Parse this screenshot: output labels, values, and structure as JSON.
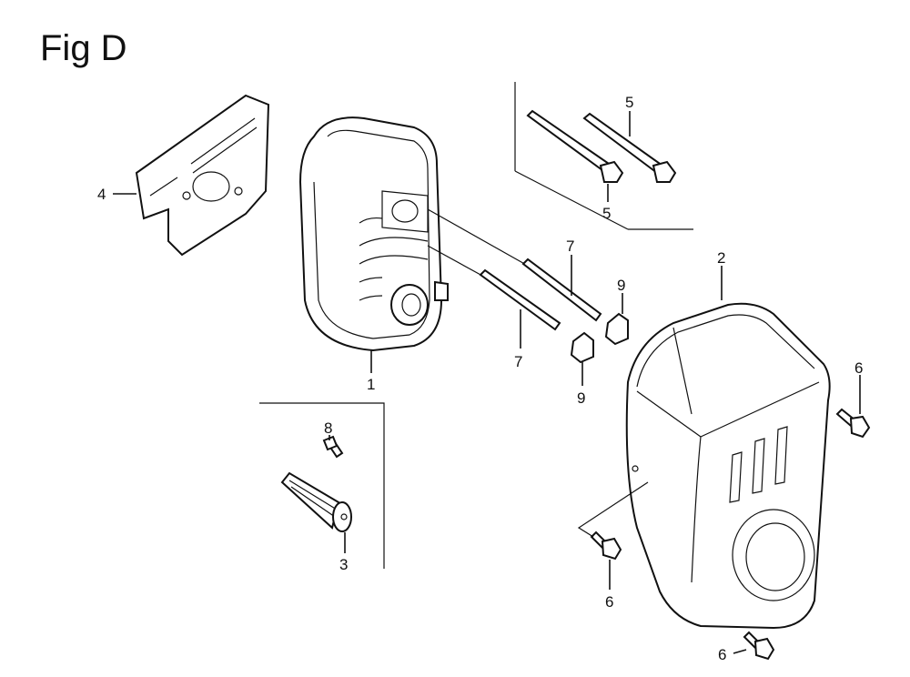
{
  "figure": {
    "title": "Fig D",
    "callouts": {
      "muffler": "1",
      "muffler_protector": "2",
      "spark_arrester": "3",
      "muffler_gasket_plate": "4",
      "bolt_upper": "5",
      "bolt_lower": "5",
      "stud_upper": "7",
      "stud_lower": "7",
      "nut_upper": "9",
      "nut_lower": "9",
      "screw_right": "6",
      "screw_left": "6",
      "screw_bottom": "6",
      "screw_arrester": "8"
    }
  }
}
